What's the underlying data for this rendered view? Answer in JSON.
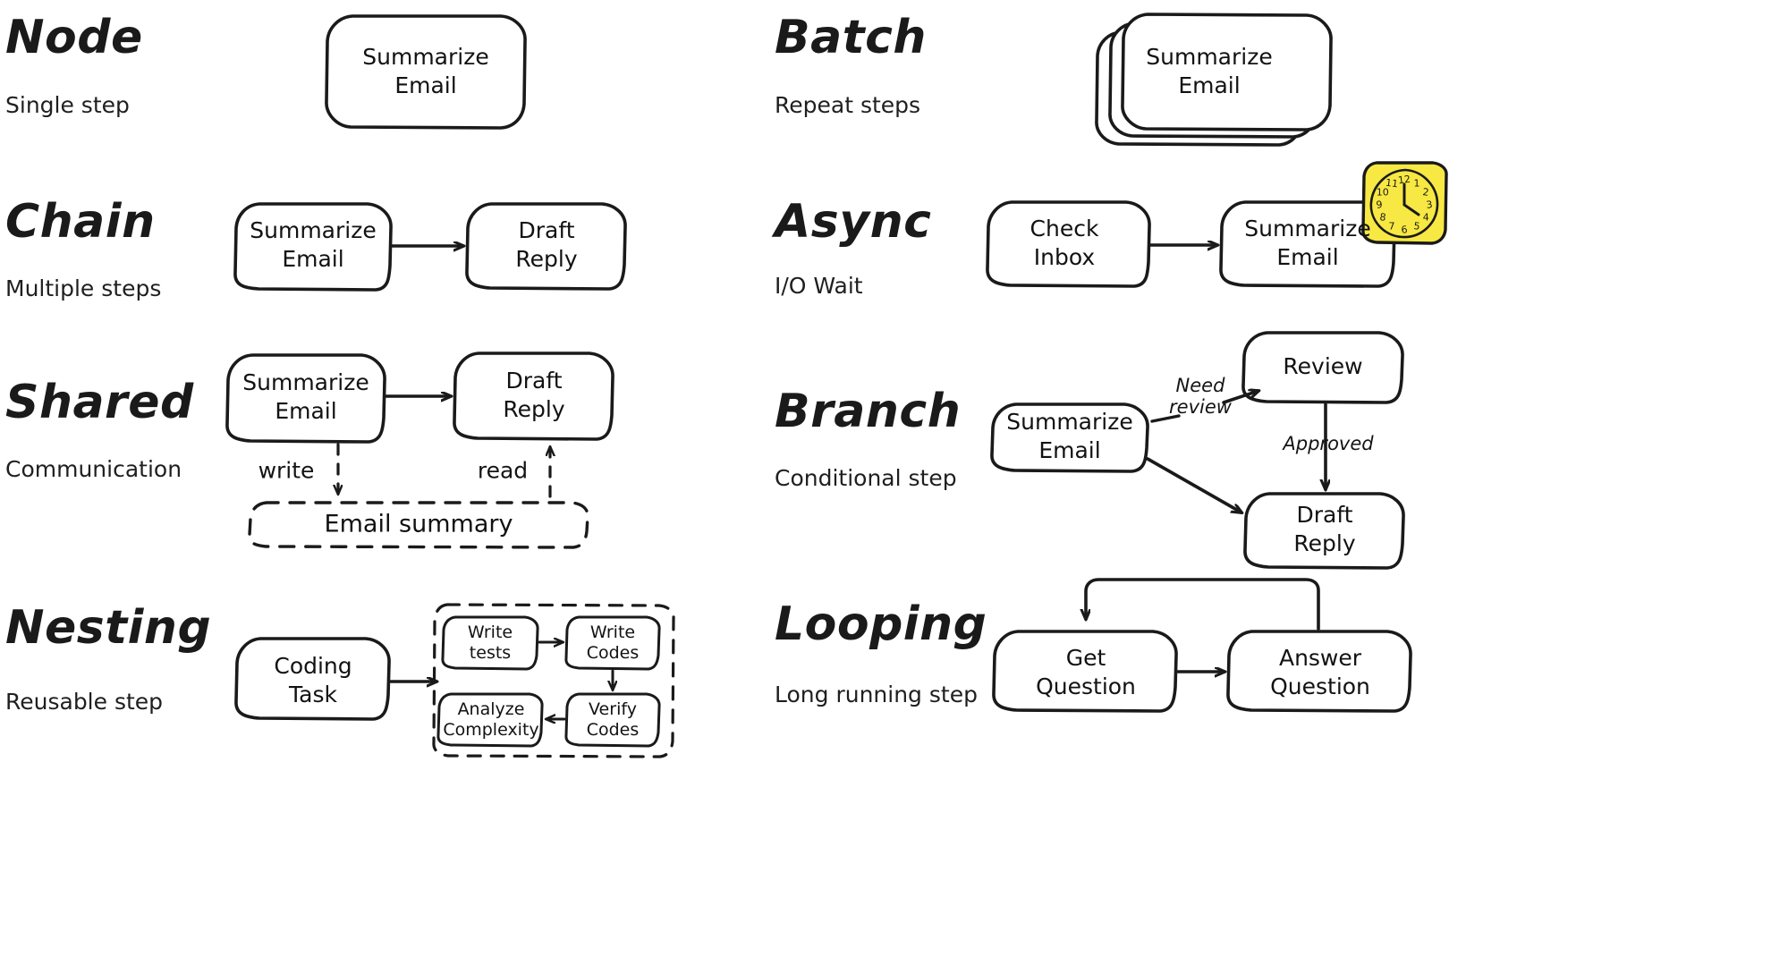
{
  "page": {
    "background": "#ffffff",
    "ink": "#1a1a1a",
    "accent_yellow": "#f7e843"
  },
  "sections": [
    {
      "key": "node",
      "title": "Node",
      "subtitle": "Single step",
      "nodes": [
        {
          "id": "n1",
          "label": "Summarize\nEmail"
        }
      ],
      "edges": []
    },
    {
      "key": "batch",
      "title": "Batch",
      "subtitle": "Repeat steps",
      "nodes": [
        {
          "id": "b1",
          "label": "Summarize\nEmail",
          "stacked": "3"
        }
      ],
      "edges": []
    },
    {
      "key": "chain",
      "title": "Chain",
      "subtitle": "Multiple steps",
      "nodes": [
        {
          "id": "c1",
          "label": "Summarize\nEmail"
        },
        {
          "id": "c2",
          "label": "Draft\nReply"
        }
      ],
      "edges": [
        {
          "from": "c1",
          "to": "c2",
          "label": ""
        }
      ]
    },
    {
      "key": "async",
      "title": "Async",
      "subtitle": "I/O Wait",
      "nodes": [
        {
          "id": "a1",
          "label": "Check\nInbox"
        },
        {
          "id": "a2",
          "label": "Summarize\nEmail"
        }
      ],
      "edges": [
        {
          "from": "a1",
          "to": "a2",
          "label": ""
        }
      ],
      "icon": {
        "name": "clock-icon",
        "hours": "12",
        "minutes": "15"
      }
    },
    {
      "key": "shared",
      "title": "Shared",
      "subtitle": "Communication",
      "nodes": [
        {
          "id": "s1",
          "label": "Summarize\nEmail"
        },
        {
          "id": "s2",
          "label": "Draft\nReply"
        }
      ],
      "store": {
        "label": "Email summary",
        "style": "dashed"
      },
      "edges": [
        {
          "from": "s1",
          "to": "s2",
          "label": ""
        },
        {
          "from": "s1",
          "to": "store",
          "label": "write",
          "style": "dashed"
        },
        {
          "from": "store",
          "to": "s2",
          "label": "read",
          "style": "dashed"
        }
      ]
    },
    {
      "key": "branch",
      "title": "Branch",
      "subtitle": "Conditional step",
      "nodes": [
        {
          "id": "br1",
          "label": "Summarize\nEmail"
        },
        {
          "id": "br2",
          "label": "Review"
        },
        {
          "id": "br3",
          "label": "Draft\nReply"
        }
      ],
      "edges": [
        {
          "from": "br1",
          "to": "br2",
          "label": "Need\nreview"
        },
        {
          "from": "br2",
          "to": "br3",
          "label": "Approved"
        },
        {
          "from": "br1",
          "to": "br3",
          "label": ""
        }
      ]
    },
    {
      "key": "nesting",
      "title": "Nesting",
      "subtitle": "Reusable step",
      "nodes": [
        {
          "id": "ne1",
          "label": "Coding\nTask"
        },
        {
          "id": "ne2",
          "label": "Write\ntests"
        },
        {
          "id": "ne3",
          "label": "Write\nCodes"
        },
        {
          "id": "ne4",
          "label": "Verify\nCodes"
        },
        {
          "id": "ne5",
          "label": "Analyze\nComplexity"
        }
      ],
      "group": {
        "style": "dashed"
      },
      "edges": [
        {
          "from": "ne1",
          "to": "group",
          "label": ""
        },
        {
          "from": "ne2",
          "to": "ne3",
          "label": ""
        },
        {
          "from": "ne3",
          "to": "ne4",
          "label": ""
        },
        {
          "from": "ne4",
          "to": "ne5",
          "label": ""
        }
      ]
    },
    {
      "key": "looping",
      "title": "Looping",
      "subtitle": "Long running step",
      "nodes": [
        {
          "id": "lo1",
          "label": "Get\nQuestion"
        },
        {
          "id": "lo2",
          "label": "Answer\nQuestion"
        }
      ],
      "edges": [
        {
          "from": "lo1",
          "to": "lo2",
          "label": ""
        },
        {
          "from": "lo2",
          "to": "lo1",
          "label": "",
          "style": "loop-back"
        }
      ]
    }
  ],
  "clock_numerals": [
    "12",
    "1",
    "2",
    "3",
    "4",
    "5",
    "6",
    "7",
    "8",
    "9",
    "10",
    "11"
  ]
}
